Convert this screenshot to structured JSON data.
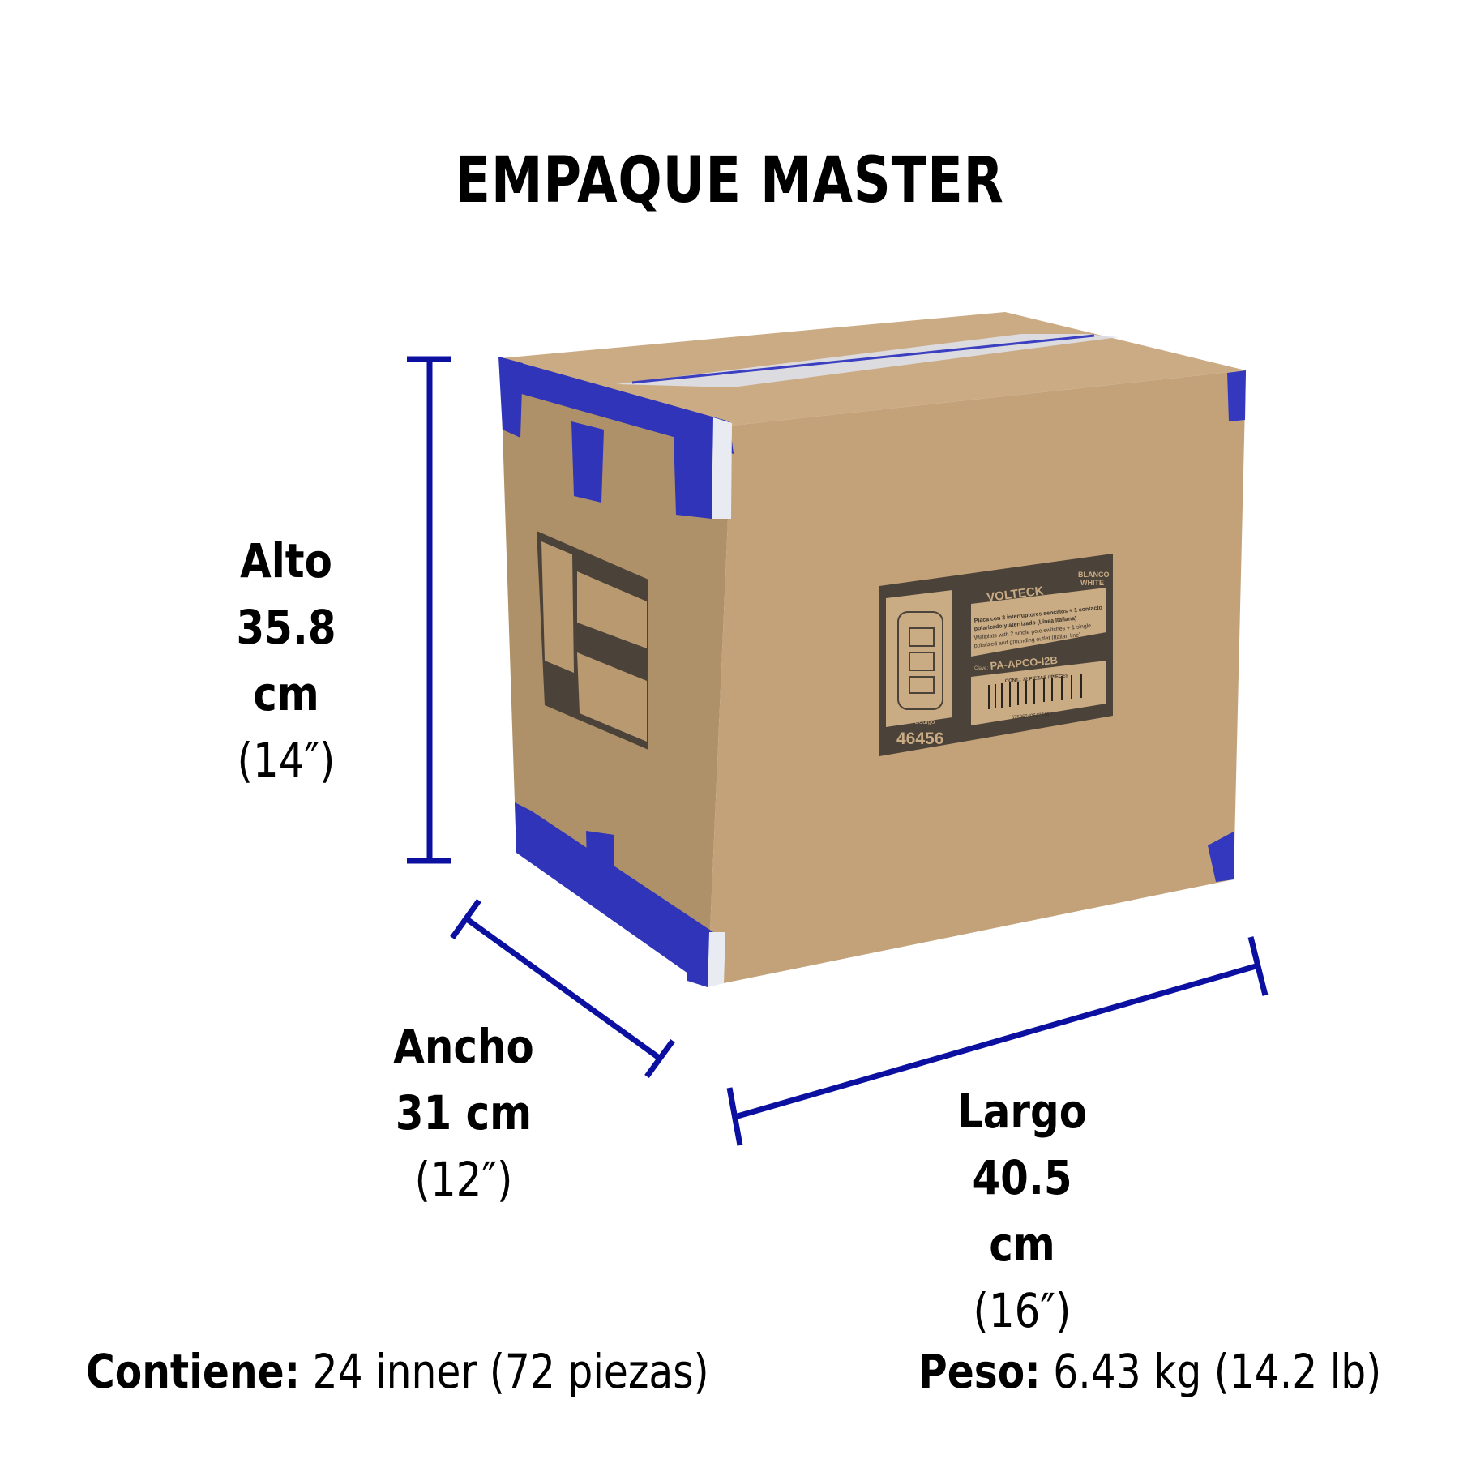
{
  "title": "EMPAQUE MASTER",
  "colors": {
    "dimension_line": "#0c10a0",
    "cardboard_front": "#c3a27a",
    "cardboard_side": "#b89870",
    "cardboard_top": "#cbab84",
    "tape_blue": "#2f34b8",
    "label_dark": "#4b4239",
    "text": "#000000"
  },
  "dimensions": {
    "alto": {
      "label": "Alto",
      "metric": "35.8 cm",
      "imperial": "(14″)"
    },
    "ancho": {
      "label": "Ancho",
      "metric": "31 cm",
      "imperial": "(12″)"
    },
    "largo": {
      "label": "Largo",
      "metric": "40.5 cm",
      "imperial": "(16″)"
    }
  },
  "footer": {
    "contents_label": "Contiene:",
    "contents_value": "24 inner (72 piezas)",
    "weight_label": "Peso:",
    "weight_value": "6.43 kg (14.2 lb)"
  },
  "box_label": {
    "brand": "VOLTECK",
    "color_es": "BLANCO",
    "color_en": "WHITE",
    "desc_es_1": "Placa con 2 interruptores sencillos + 1 contacto",
    "desc_es_2": "polarizado y aterrizado (Línea Italiana)",
    "desc_en_1": "Wallplate with 2 single pole switches + 1 single",
    "desc_en_2": "polarized and grounding outlet (Italian line)",
    "clave_label": "Clave:",
    "clave": "PA-APCO-I2B",
    "contents": "CONT.: 72 PIEZAS / PIECES",
    "barcode_number": "67506240647746",
    "codigo_label": "Código",
    "codigo": "46456"
  }
}
